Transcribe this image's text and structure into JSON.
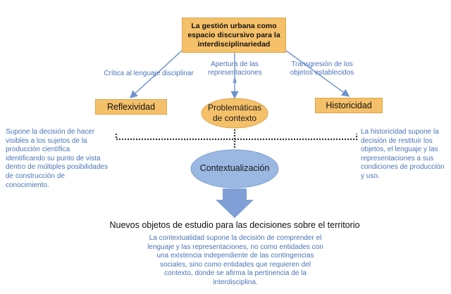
{
  "diagram": {
    "top_title": "La gestión urbana como espacio discursivo para la interdisciplinariedad",
    "edge_left": "Crítica al lenguaje disciplinar",
    "edge_center": "Apertura de las representaciones a",
    "edge_right": "Transgresión de los objetos establecidos",
    "node_left": "Reflexividad",
    "node_center": "Problemáticas de contexto",
    "node_right": "Historicidad",
    "desc_left": "Supone la decisión de hacer visibles a los sujetos de la producción científica identificando su punto de vista dentro de múltiples posibilidades de construcción de conocimiento.",
    "desc_right": "La historicidad supone la decisión de restituir los objetos, el lenguaje y las representaciones a sus condiciones de producción y uso.",
    "node_main": "Contextualización",
    "result_title": "Nuevos objetos de estudio para las decisiones sobre el territorio",
    "result_desc": "La contextualidad supone la decisión de comprender el lenguaje y las representaciones, no como entidades con una existencia independiente de las contingencias sociales, sino como entidades que requieren del contexto, donde se afirma la pertinencia de la interdisciplina."
  },
  "colors": {
    "box_fill": "#f5c06a",
    "arrow_blue": "#6f93cf",
    "ellipse_fill": "#9bb8e3",
    "text_blue": "#4a74b8"
  }
}
